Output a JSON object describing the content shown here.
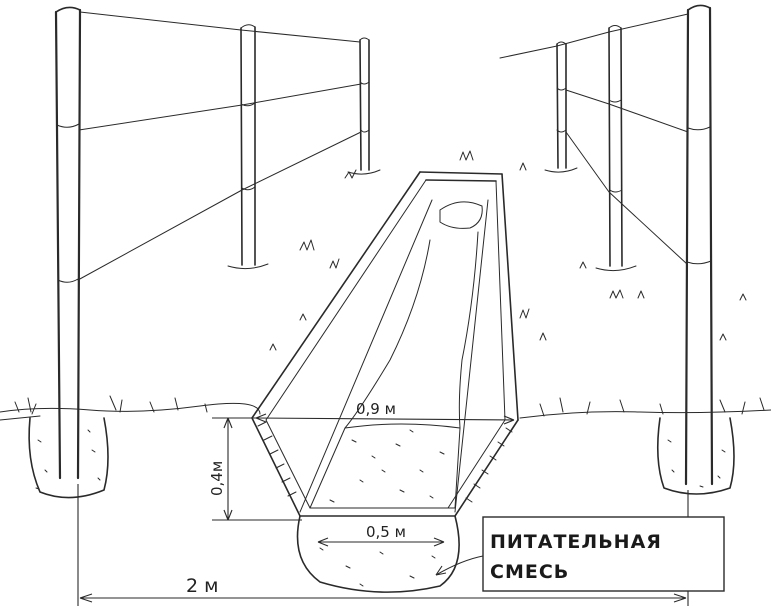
{
  "dimensions": {
    "top_width": "0,9 м",
    "depth": "0,4м",
    "bottom_width": "0,5 м",
    "row_spacing": "2 м"
  },
  "callout": {
    "line1": "ПИТАТЕЛЬНАЯ",
    "line2": "СМЕСЬ"
  }
}
